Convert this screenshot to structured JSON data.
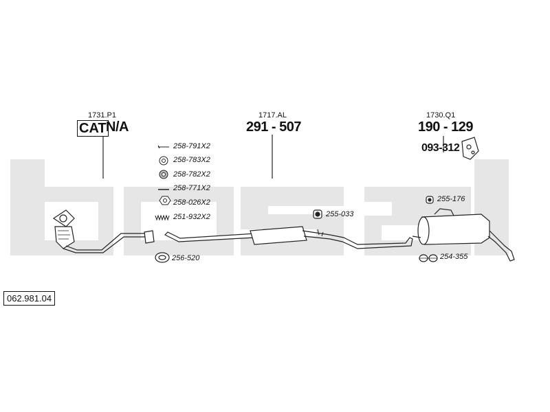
{
  "watermark": {
    "text": "bosal",
    "color": "#e6e6e6"
  },
  "diagram_code": "062.981.04",
  "sections": {
    "front": {
      "reference": "1731.P1",
      "cat_label": "CAT",
      "value": "N/A"
    },
    "middle": {
      "reference": "1717.AL",
      "part_number": "291 - 507"
    },
    "rear": {
      "reference": "1730.Q1",
      "part_number": "190 - 129",
      "extra_part": "093-312"
    }
  },
  "fittings": {
    "f1": "258-791X2",
    "f2": "258-783X2",
    "f3": "258-782X2",
    "f4": "258-771X2",
    "f5": "258-026X2",
    "f6": "251-932X2",
    "gasket": "256-520"
  },
  "parts": {
    "mid_hanger": "255-033",
    "rear_hanger": "255-176",
    "rear_clamp": "254-355"
  },
  "colors": {
    "line": "#222222",
    "pipe_fill": "#ffffff"
  }
}
